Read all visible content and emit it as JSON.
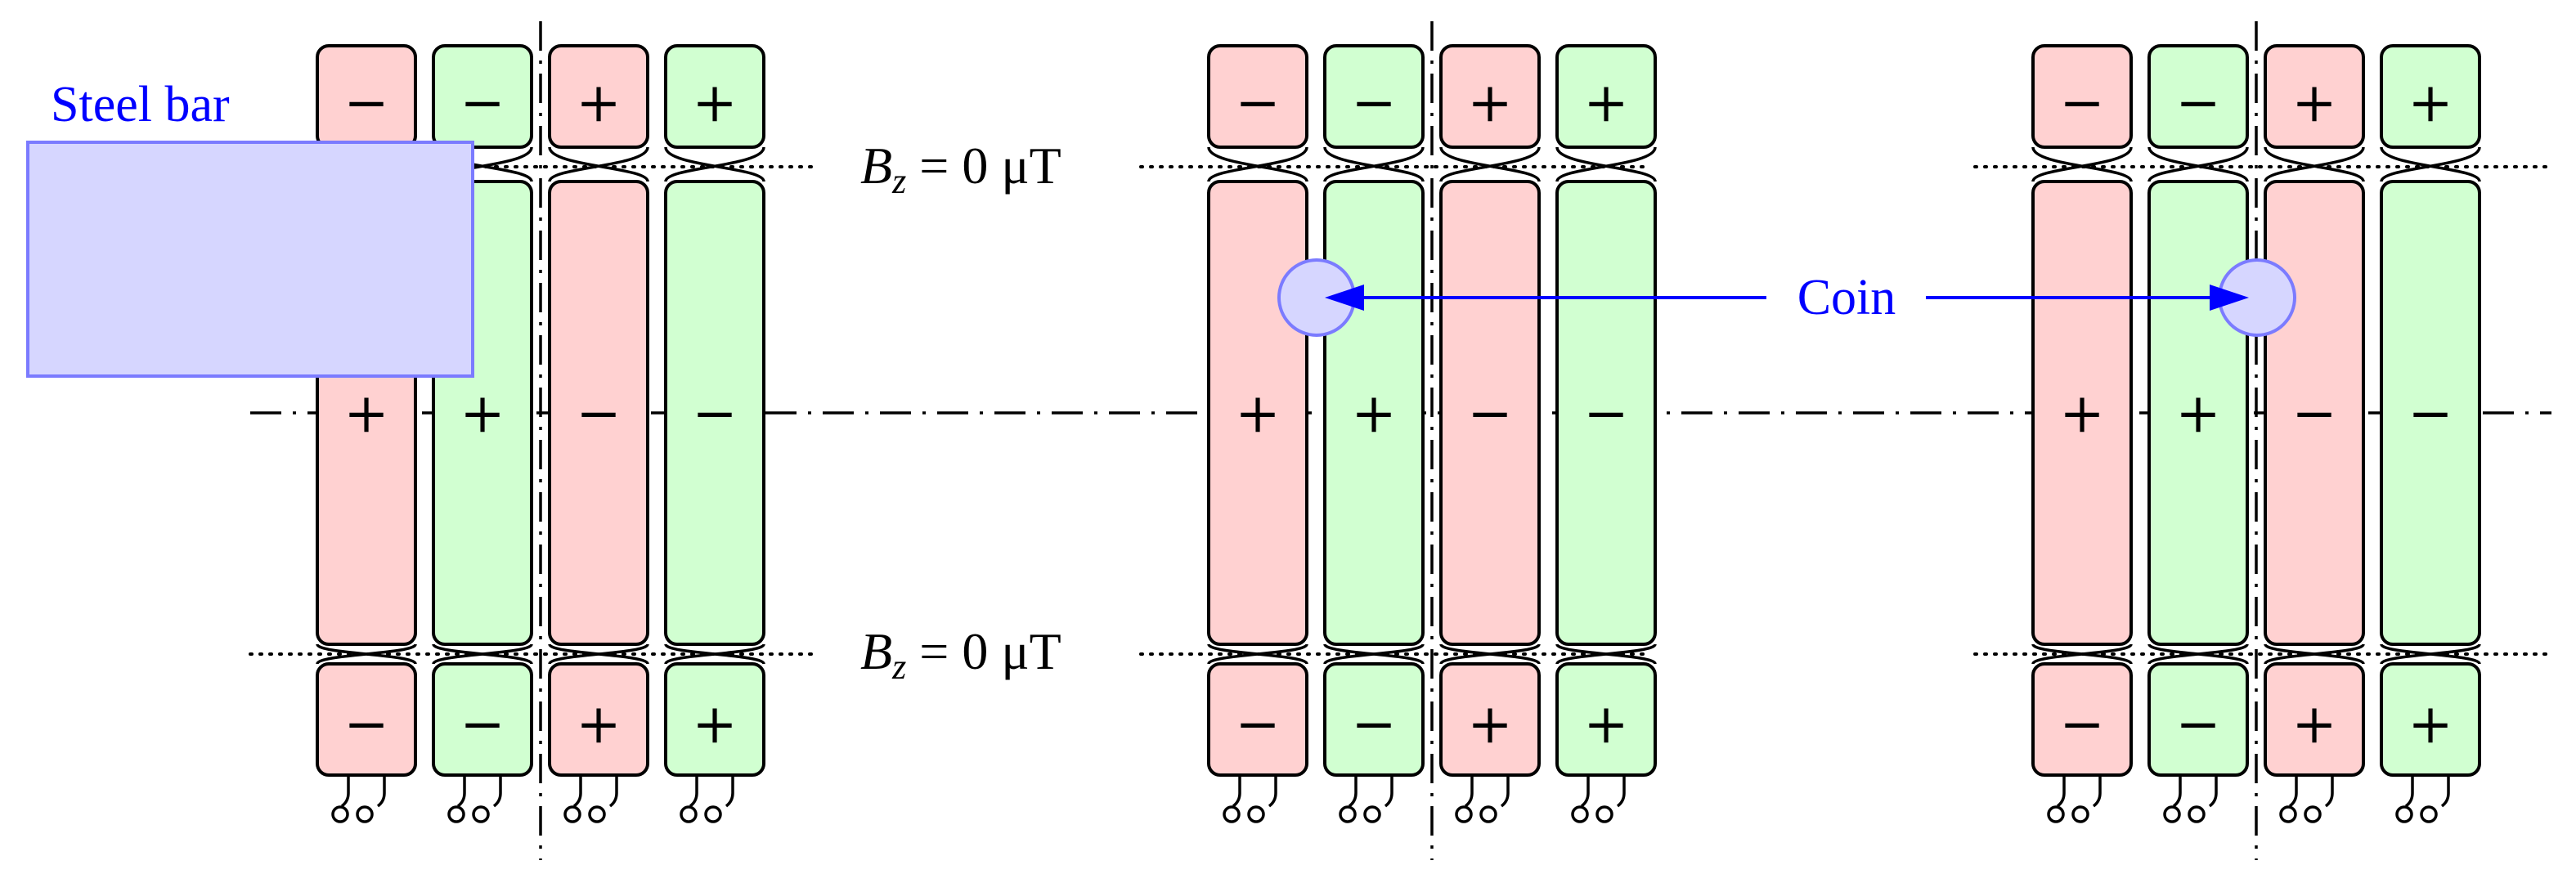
{
  "labels": {
    "steel_bar": "Steel bar",
    "coin": "Coin",
    "field_top": {
      "var": "B",
      "sub": "z",
      "rest": " = 0 μT"
    },
    "field_bottom": {
      "var": "B",
      "sub": "z",
      "rest": " = 0 μT"
    }
  },
  "colors": {
    "red_coil": "#ffd1d1",
    "green_coil": "#d1ffd1",
    "steel_bar": "#d6d6ff",
    "steel_bar_border": "#7b7bff",
    "accent_blue": "#0000ff",
    "outline": "#000000"
  },
  "panels": [
    {
      "id": "left",
      "coils": [
        {
          "color": "red",
          "top_sign": "−",
          "middle_sign": "+",
          "bottom_sign": "−"
        },
        {
          "color": "green",
          "top_sign": "−",
          "middle_sign": "+",
          "bottom_sign": "−"
        },
        {
          "color": "red",
          "top_sign": "+",
          "middle_sign": "−",
          "bottom_sign": "+"
        },
        {
          "color": "green",
          "top_sign": "+",
          "middle_sign": "−",
          "bottom_sign": "+"
        }
      ]
    },
    {
      "id": "middle",
      "coils": [
        {
          "color": "red",
          "top_sign": "−",
          "middle_sign": "+",
          "bottom_sign": "−"
        },
        {
          "color": "green",
          "top_sign": "−",
          "middle_sign": "+",
          "bottom_sign": "−"
        },
        {
          "color": "red",
          "top_sign": "+",
          "middle_sign": "−",
          "bottom_sign": "+"
        },
        {
          "color": "green",
          "top_sign": "+",
          "middle_sign": "−",
          "bottom_sign": "+"
        }
      ]
    },
    {
      "id": "right",
      "coils": [
        {
          "color": "red",
          "top_sign": "−",
          "middle_sign": "+",
          "bottom_sign": "−"
        },
        {
          "color": "green",
          "top_sign": "−",
          "middle_sign": "+",
          "bottom_sign": "−"
        },
        {
          "color": "red",
          "top_sign": "+",
          "middle_sign": "−",
          "bottom_sign": "+"
        },
        {
          "color": "green",
          "top_sign": "+",
          "middle_sign": "−",
          "bottom_sign": "+"
        }
      ]
    }
  ]
}
